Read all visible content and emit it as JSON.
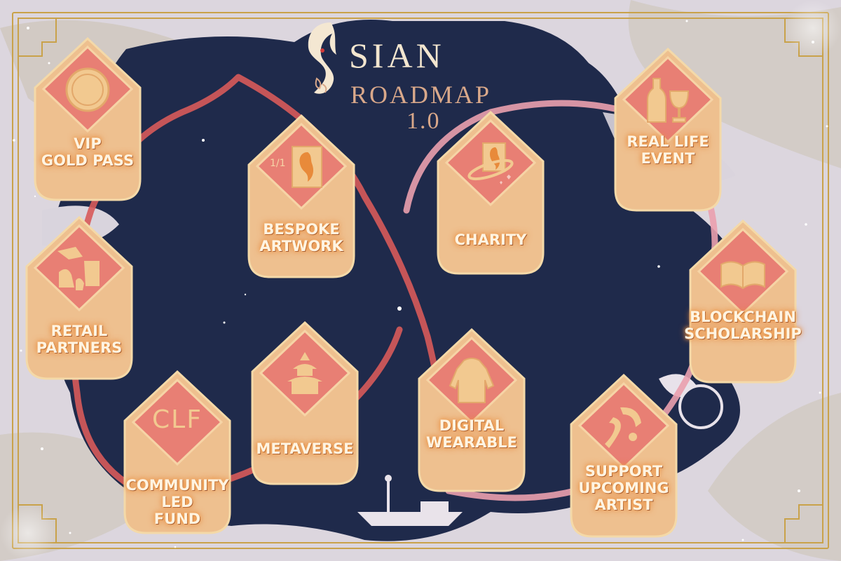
{
  "title": {
    "brand": "SIAN",
    "subtitle": "ROADMAP",
    "version": "1.0",
    "logo_icon": "woman-silhouette-logo-icon"
  },
  "colors": {
    "night_sky": "#1e2a4a",
    "gold": "#f0c892",
    "rose": "#e98a7c",
    "path": "#d75a5a",
    "cloud": "#d9d4dd",
    "frame": "#c9a24a"
  },
  "milestones": [
    {
      "id": "vip-gold-pass",
      "label": "VIP\nGOLD PASS",
      "icon": "gold-coin-icon"
    },
    {
      "id": "bespoke-artwork",
      "label": "BESPOKE\nARTWORK",
      "icon": "portrait-frame-icon",
      "badge_text": "1/1"
    },
    {
      "id": "charity",
      "label": "CHARITY",
      "icon": "heart-orbit-portrait-icon"
    },
    {
      "id": "real-life-event",
      "label": "REAL LIFE\nEVENT",
      "icon": "wine-bottle-glass-icon"
    },
    {
      "id": "retail-partners",
      "label": "RETAIL\nPARTNERS",
      "icon": "fashion-items-icon"
    },
    {
      "id": "blockchain-scholarship",
      "label": "BLOCKCHAIN\nSCHOLARSHIP",
      "icon": "open-book-icon"
    },
    {
      "id": "metaverse",
      "label": "METAVERSE",
      "icon": "pagoda-icon"
    },
    {
      "id": "digital-wearable",
      "label": "DIGITAL\nWEARABLE",
      "icon": "hoodie-icon"
    },
    {
      "id": "community-led-fund",
      "label": "COMMUNITY\nLED\nFUND",
      "icon": "clf-text-icon",
      "badge_text": "CLF"
    },
    {
      "id": "support-upcoming-artist",
      "label": "SUPPORT\nUPCOMING\nARTIST",
      "icon": "paint-brush-stroke-icon"
    }
  ]
}
